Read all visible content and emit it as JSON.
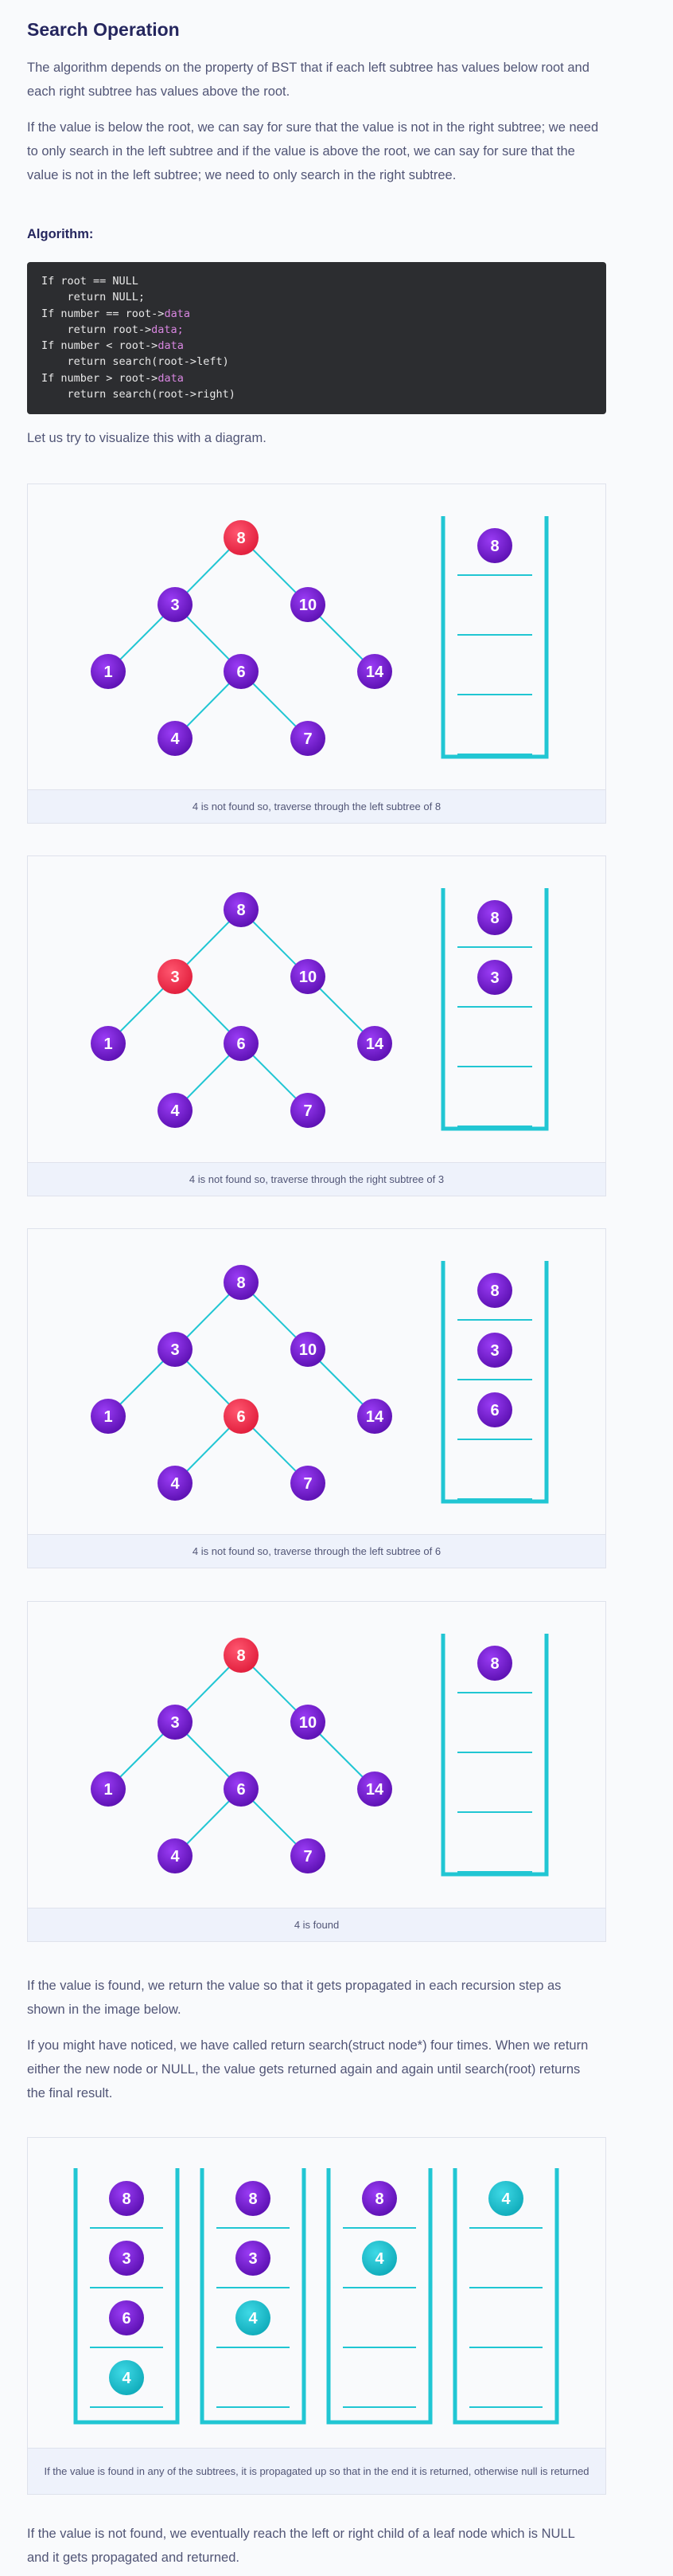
{
  "title": "Search Operation",
  "intro_1": "The algorithm depends on the property of BST that if each left subtree has values below root and each right subtree has values above the root.",
  "intro_2": "If the value is below the root, we can say for sure that the value is not in the right subtree; we need to only search in the left subtree and if the value is above the root, we can say for sure that the value is not in the left subtree; we need to only search in the right subtree.",
  "algorithm_label": "Algorithm:",
  "code_lines": [
    [
      "If root == NULL",
      ""
    ],
    [
      "    return NULL;",
      ""
    ],
    [
      "If number == root->",
      "data"
    ],
    [
      "    return root->",
      "data;"
    ],
    [
      "If number < root->",
      "data"
    ],
    [
      "    return search(root->left)",
      ""
    ],
    [
      "If number > root->",
      "data"
    ],
    [
      "    return search(root->right)",
      ""
    ]
  ],
  "visualize_text": "Let us try to visualize this with a diagram.",
  "colors": {
    "node": "#7c19e6",
    "node_dark": "#5a0fb0",
    "highlight": "#f0344f",
    "found": "#16c0d0",
    "edge": "#21c6d3"
  },
  "tree": {
    "nodes": [
      "8",
      "3",
      "10",
      "1",
      "6",
      "14",
      "4",
      "7"
    ]
  },
  "figures": [
    {
      "highlight": "8",
      "stack": [
        "8",
        "",
        "",
        ""
      ],
      "caption": "4 is not found so, traverse through the left subtree of 8"
    },
    {
      "highlight": "3",
      "stack": [
        "8",
        "3",
        "",
        ""
      ],
      "caption": "4 is not found so, traverse through the right subtree of 3"
    },
    {
      "highlight": "6",
      "stack": [
        "8",
        "3",
        "6",
        ""
      ],
      "caption": "4 is not found so, traverse through the left subtree of 6"
    },
    {
      "highlight": "8",
      "stack": [
        "8",
        "",
        "",
        ""
      ],
      "caption": "4 is found"
    }
  ],
  "after_1": "If the value is found, we return the value so that it gets propagated in each recursion step as shown in the image below.",
  "after_2": "If you might have noticed, we have called return search(struct node*) four times. When we return either the new node or NULL, the value gets returned again and again until search(root) returns the final result.",
  "return_figure": {
    "stacks": [
      [
        "8",
        "3",
        "6",
        "4"
      ],
      [
        "8",
        "3",
        "4",
        ""
      ],
      [
        "8",
        "4",
        "",
        ""
      ],
      [
        "4",
        "",
        "",
        ""
      ]
    ],
    "found_value": "4",
    "caption": "If the value is found in any of the subtrees, it is propagated up so that in the end it is returned, otherwise null is returned"
  },
  "final_text": "If the value is not found, we eventually reach the left or right child of a leaf node which is NULL and it gets propagated and returned."
}
